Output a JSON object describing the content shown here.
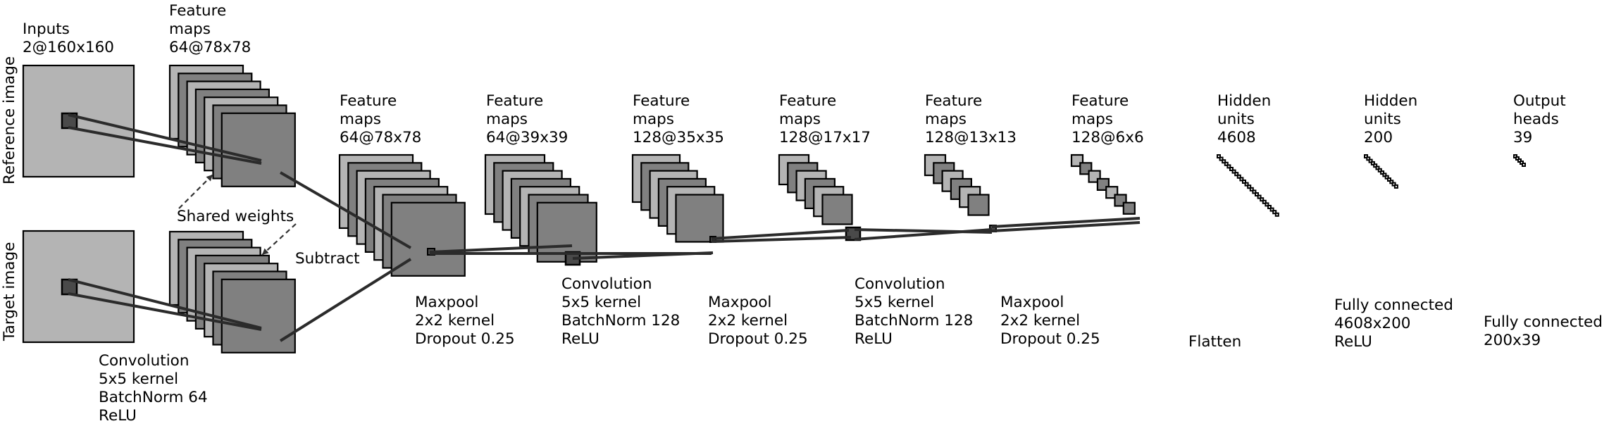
{
  "colors": {
    "input_fill": "#b4b4b4",
    "map_light": "#b4b4b4",
    "map_dark": "#808080",
    "kernel_fill": "#4a4a4a",
    "line": "#2b2b2b",
    "stroke": "#000000"
  },
  "side_labels": {
    "reference": "Reference image",
    "target": "Target image"
  },
  "inputs": {
    "title": "Inputs",
    "dims": "2@160x160"
  },
  "feature_maps": [
    {
      "title": "Feature",
      "title2": "maps",
      "dims": "64@78x78"
    },
    {
      "title": "Feature",
      "title2": "maps",
      "dims": "64@78x78"
    },
    {
      "title": "Feature",
      "title2": "maps",
      "dims": "64@39x39"
    },
    {
      "title": "Feature",
      "title2": "maps",
      "dims": "128@35x35"
    },
    {
      "title": "Feature",
      "title2": "maps",
      "dims": "128@17x17"
    },
    {
      "title": "Feature",
      "title2": "maps",
      "dims": "128@13x13"
    },
    {
      "title": "Feature",
      "title2": "maps",
      "dims": "128@6x6"
    }
  ],
  "hidden_units": [
    {
      "title": "Hidden",
      "title2": "units",
      "value": "4608"
    },
    {
      "title": "Hidden",
      "title2": "units",
      "value": "200"
    }
  ],
  "output": {
    "title": "Output",
    "title2": "heads",
    "value": "39"
  },
  "annotations": {
    "shared_weights": "Shared weights",
    "subtract": "Subtract",
    "flatten": "Flatten"
  },
  "operations": [
    {
      "lines": [
        "Convolution",
        "5x5 kernel",
        "BatchNorm 64",
        "ReLU"
      ]
    },
    {
      "lines": [
        "Maxpool",
        "2x2 kernel",
        "Dropout 0.25"
      ]
    },
    {
      "lines": [
        "Convolution",
        "5x5 kernel",
        "BatchNorm 128",
        "ReLU"
      ]
    },
    {
      "lines": [
        "Maxpool",
        "2x2 kernel",
        "Dropout 0.25"
      ]
    },
    {
      "lines": [
        "Convolution",
        "5x5 kernel",
        "BatchNorm 128",
        "ReLU"
      ]
    },
    {
      "lines": [
        "Maxpool",
        "2x2 kernel",
        "Dropout 0.25"
      ]
    },
    {
      "lines": [
        "Fully connected",
        "4608x200",
        "ReLU"
      ]
    },
    {
      "lines": [
        "Fully connected",
        "200x39"
      ]
    }
  ]
}
